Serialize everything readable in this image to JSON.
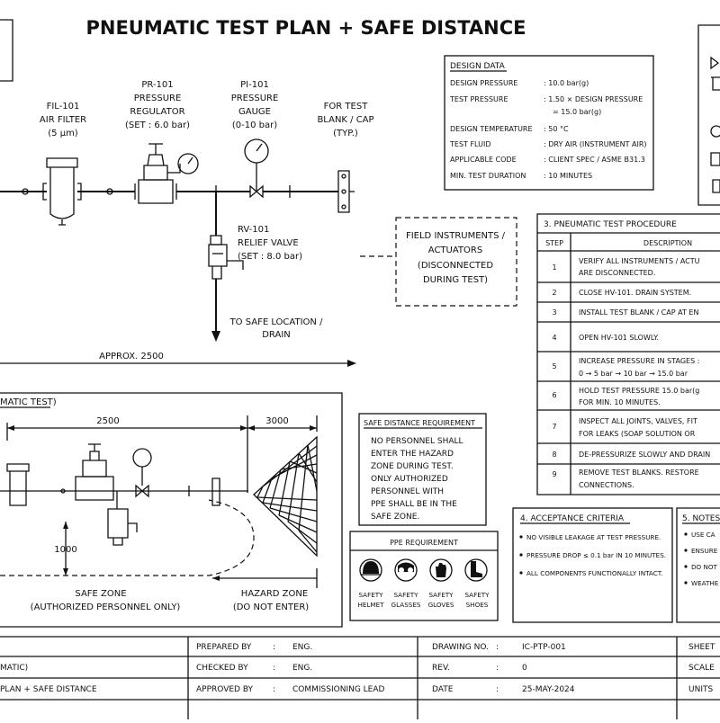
{
  "title": "PNEUMATIC TEST PLAN + SAFE DISTANCE",
  "components": {
    "filter": {
      "tag": "FIL-101",
      "line1": "AIR FILTER",
      "line2": "(5 µm)"
    },
    "regulator": {
      "tag": "PR-101",
      "line1": "PRESSURE",
      "line2": "REGULATOR",
      "line3": "(SET : 6.0 bar)"
    },
    "gauge": {
      "tag": "PI-101",
      "line1": "PRESSURE",
      "line2": "GAUGE",
      "line3": "(0-10 bar)"
    },
    "blank": {
      "line1": "FOR TEST",
      "line2": "BLANK / CAP",
      "line3": "(TYP.)"
    },
    "relief": {
      "tag": "RV-101",
      "line1": "RELIEF VALVE",
      "line2": "(SET : 8.0 bar)"
    },
    "safe_location": {
      "line1": "TO SAFE LOCATION /",
      "line2": "DRAIN"
    },
    "approx": "APPROX. 2500"
  },
  "field_instruments": {
    "line1": "FIELD INSTRUMENTS /",
    "line2": "ACTUATORS",
    "line3": "(DISCONNECTED",
    "line4": "DURING TEST)"
  },
  "design_data": {
    "header": "DESIGN DATA",
    "rows": [
      {
        "label": "DESIGN PRESSURE",
        "value": ": 10.0 bar(g)"
      },
      {
        "label": "TEST PRESSURE",
        "value": ": 1.50 × DESIGN PRESSURE",
        "value2": "= 15.0 bar(g)"
      },
      {
        "label": "DESIGN TEMPERATURE",
        "value": ": 50 °C"
      },
      {
        "label": "TEST FLUID",
        "value": ": DRY AIR (INSTRUMENT AIR)"
      },
      {
        "label": "APPLICABLE CODE",
        "value": ": CLIENT SPEC / ASME B31.3"
      },
      {
        "label": "MIN. TEST DURATION",
        "value": ": 10 MINUTES"
      }
    ]
  },
  "procedure": {
    "header": "3. PNEUMATIC TEST PROCEDURE",
    "col_step": "STEP",
    "col_desc": "DESCRIPTION",
    "steps": [
      {
        "n": "1",
        "l1": "VERIFY ALL INSTRUMENTS / ACTU",
        "l2": "ARE DISCONNECTED."
      },
      {
        "n": "2",
        "l1": "CLOSE HV-101. DRAIN SYSTEM.",
        "l2": ""
      },
      {
        "n": "3",
        "l1": "INSTALL TEST BLANK / CAP AT EN",
        "l2": ""
      },
      {
        "n": "4",
        "l1": "OPEN HV-101 SLOWLY.",
        "l2": ""
      },
      {
        "n": "5",
        "l1": "INCREASE PRESSURE IN STAGES :",
        "l2": "0 → 5 bar → 10 bar → 15.0 bar"
      },
      {
        "n": "6",
        "l1": "HOLD TEST PRESSURE 15.0 bar(g",
        "l2": "FOR MIN. 10 MINUTES."
      },
      {
        "n": "7",
        "l1": "INSPECT ALL JOINTS, VALVES, FIT",
        "l2": "FOR LEAKS (SOAP SOLUTION OR"
      },
      {
        "n": "8",
        "l1": "DE-PRESSURIZE SLOWLY AND DRAIN",
        "l2": ""
      },
      {
        "n": "9",
        "l1": "REMOVE TEST BLANKS. RESTORE",
        "l2": "CONNECTIONS."
      }
    ]
  },
  "safe_plan": {
    "header": "MATIC TEST)",
    "dim1": "2500",
    "dim2": "3000",
    "dim3": "1000",
    "safe1": "SAFE ZONE",
    "safe2": "(AUTHORIZED PERSONNEL ONLY)",
    "hazard1": "HAZARD ZONE",
    "hazard2": "(DO NOT ENTER)"
  },
  "safe_req": {
    "header": "SAFE DISTANCE REQUIREMENT",
    "lines": [
      "NO PERSONNEL SHALL",
      "ENTER THE HAZARD",
      "ZONE DURING TEST.",
      "ONLY AUTHORIZED",
      "PERSONNEL WITH",
      "PPE SHALL BE IN THE",
      "SAFE ZONE."
    ]
  },
  "ppe": {
    "header": "PPE REQUIREMENT",
    "items": [
      {
        "l1": "SAFETY",
        "l2": "HELMET"
      },
      {
        "l1": "SAFETY",
        "l2": "GLASSES"
      },
      {
        "l1": "SAFETY",
        "l2": "GLOVES"
      },
      {
        "l1": "SAFETY",
        "l2": "SHOES"
      }
    ]
  },
  "acceptance": {
    "header": "4. ACCEPTANCE CRITERIA",
    "items": [
      "NO VISIBLE LEAKAGE AT TEST PRESSURE.",
      "PRESSURE DROP ≤ 0.1 bar IN 10 MINUTES.",
      "ALL COMPONENTS FUNCTIONALLY INTACT."
    ]
  },
  "notes": {
    "header": "5. NOTES",
    "items": [
      "USE CA",
      "ENSURE",
      "DO NOT",
      "WEATHE"
    ]
  },
  "title_block": {
    "left1": "MATIC)",
    "left2": "PLAN + SAFE DISTANCE",
    "prepared_label": "PREPARED BY",
    "prepared_value": "ENG.",
    "checked_label": "CHECKED BY",
    "checked_value": "ENG.",
    "approved_label": "APPROVED BY",
    "approved_value": "COMMISSIONING LEAD",
    "drawing_label": "DRAWING NO.",
    "drawing_value": "IC-PTP-001",
    "rev_label": "REV.",
    "rev_value": "0",
    "date_label": "DATE",
    "date_value": "25-MAY-2024",
    "sheet_label": "SHEET",
    "scale_label": "SCALE",
    "units_label": "UNITS",
    "colon": ":"
  }
}
